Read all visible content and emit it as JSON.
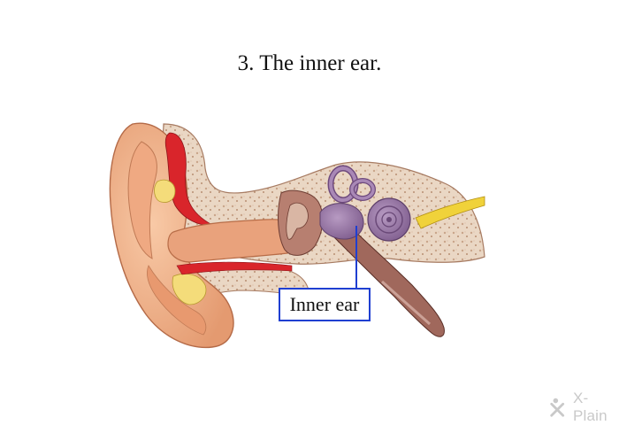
{
  "title": "3. The inner ear.",
  "callout": {
    "label": "Inner ear",
    "border_color": "#1f3fd1"
  },
  "logo": {
    "text": "X-Plain",
    "icon": "x-plain-logo-icon",
    "color": "#c9c9c9"
  },
  "illustration": {
    "subject": "ear-anatomy-cross-section-icon",
    "colors": {
      "skin": "#f2b48a",
      "canal": "#e9a27c",
      "bone": "#ead7c4",
      "inner_ear": "#9b79a8",
      "vessel_red": "#d9252b",
      "fat_yellow": "#f4dc7a",
      "nerve_yellow": "#f0d23a",
      "muscle_brown": "#a0685c"
    }
  }
}
